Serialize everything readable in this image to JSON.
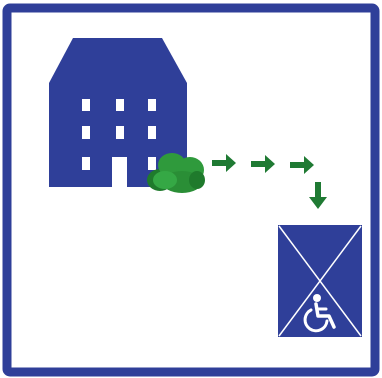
{
  "sign": {
    "colors": {
      "frame": "#2f3f99",
      "background": "#ffffff",
      "building": "#2f3f99",
      "window": "#ffffff",
      "bush": "#2f9a3c",
      "bush_dark": "#1f7a2c",
      "arrow": "#1f7a33",
      "lift_box": "#2f3f99",
      "lift_cross": "#ffffff"
    },
    "icons": {
      "building": "building-icon",
      "bush": "bush-icon",
      "arrows": "arrow-right-icon",
      "arrow_down": "arrow-down-icon",
      "platform": "wheelchair-lift-platform",
      "wheelchair": "wheelchair-icon"
    },
    "route": {
      "arrows_right": 3,
      "arrows_down": 1
    }
  }
}
